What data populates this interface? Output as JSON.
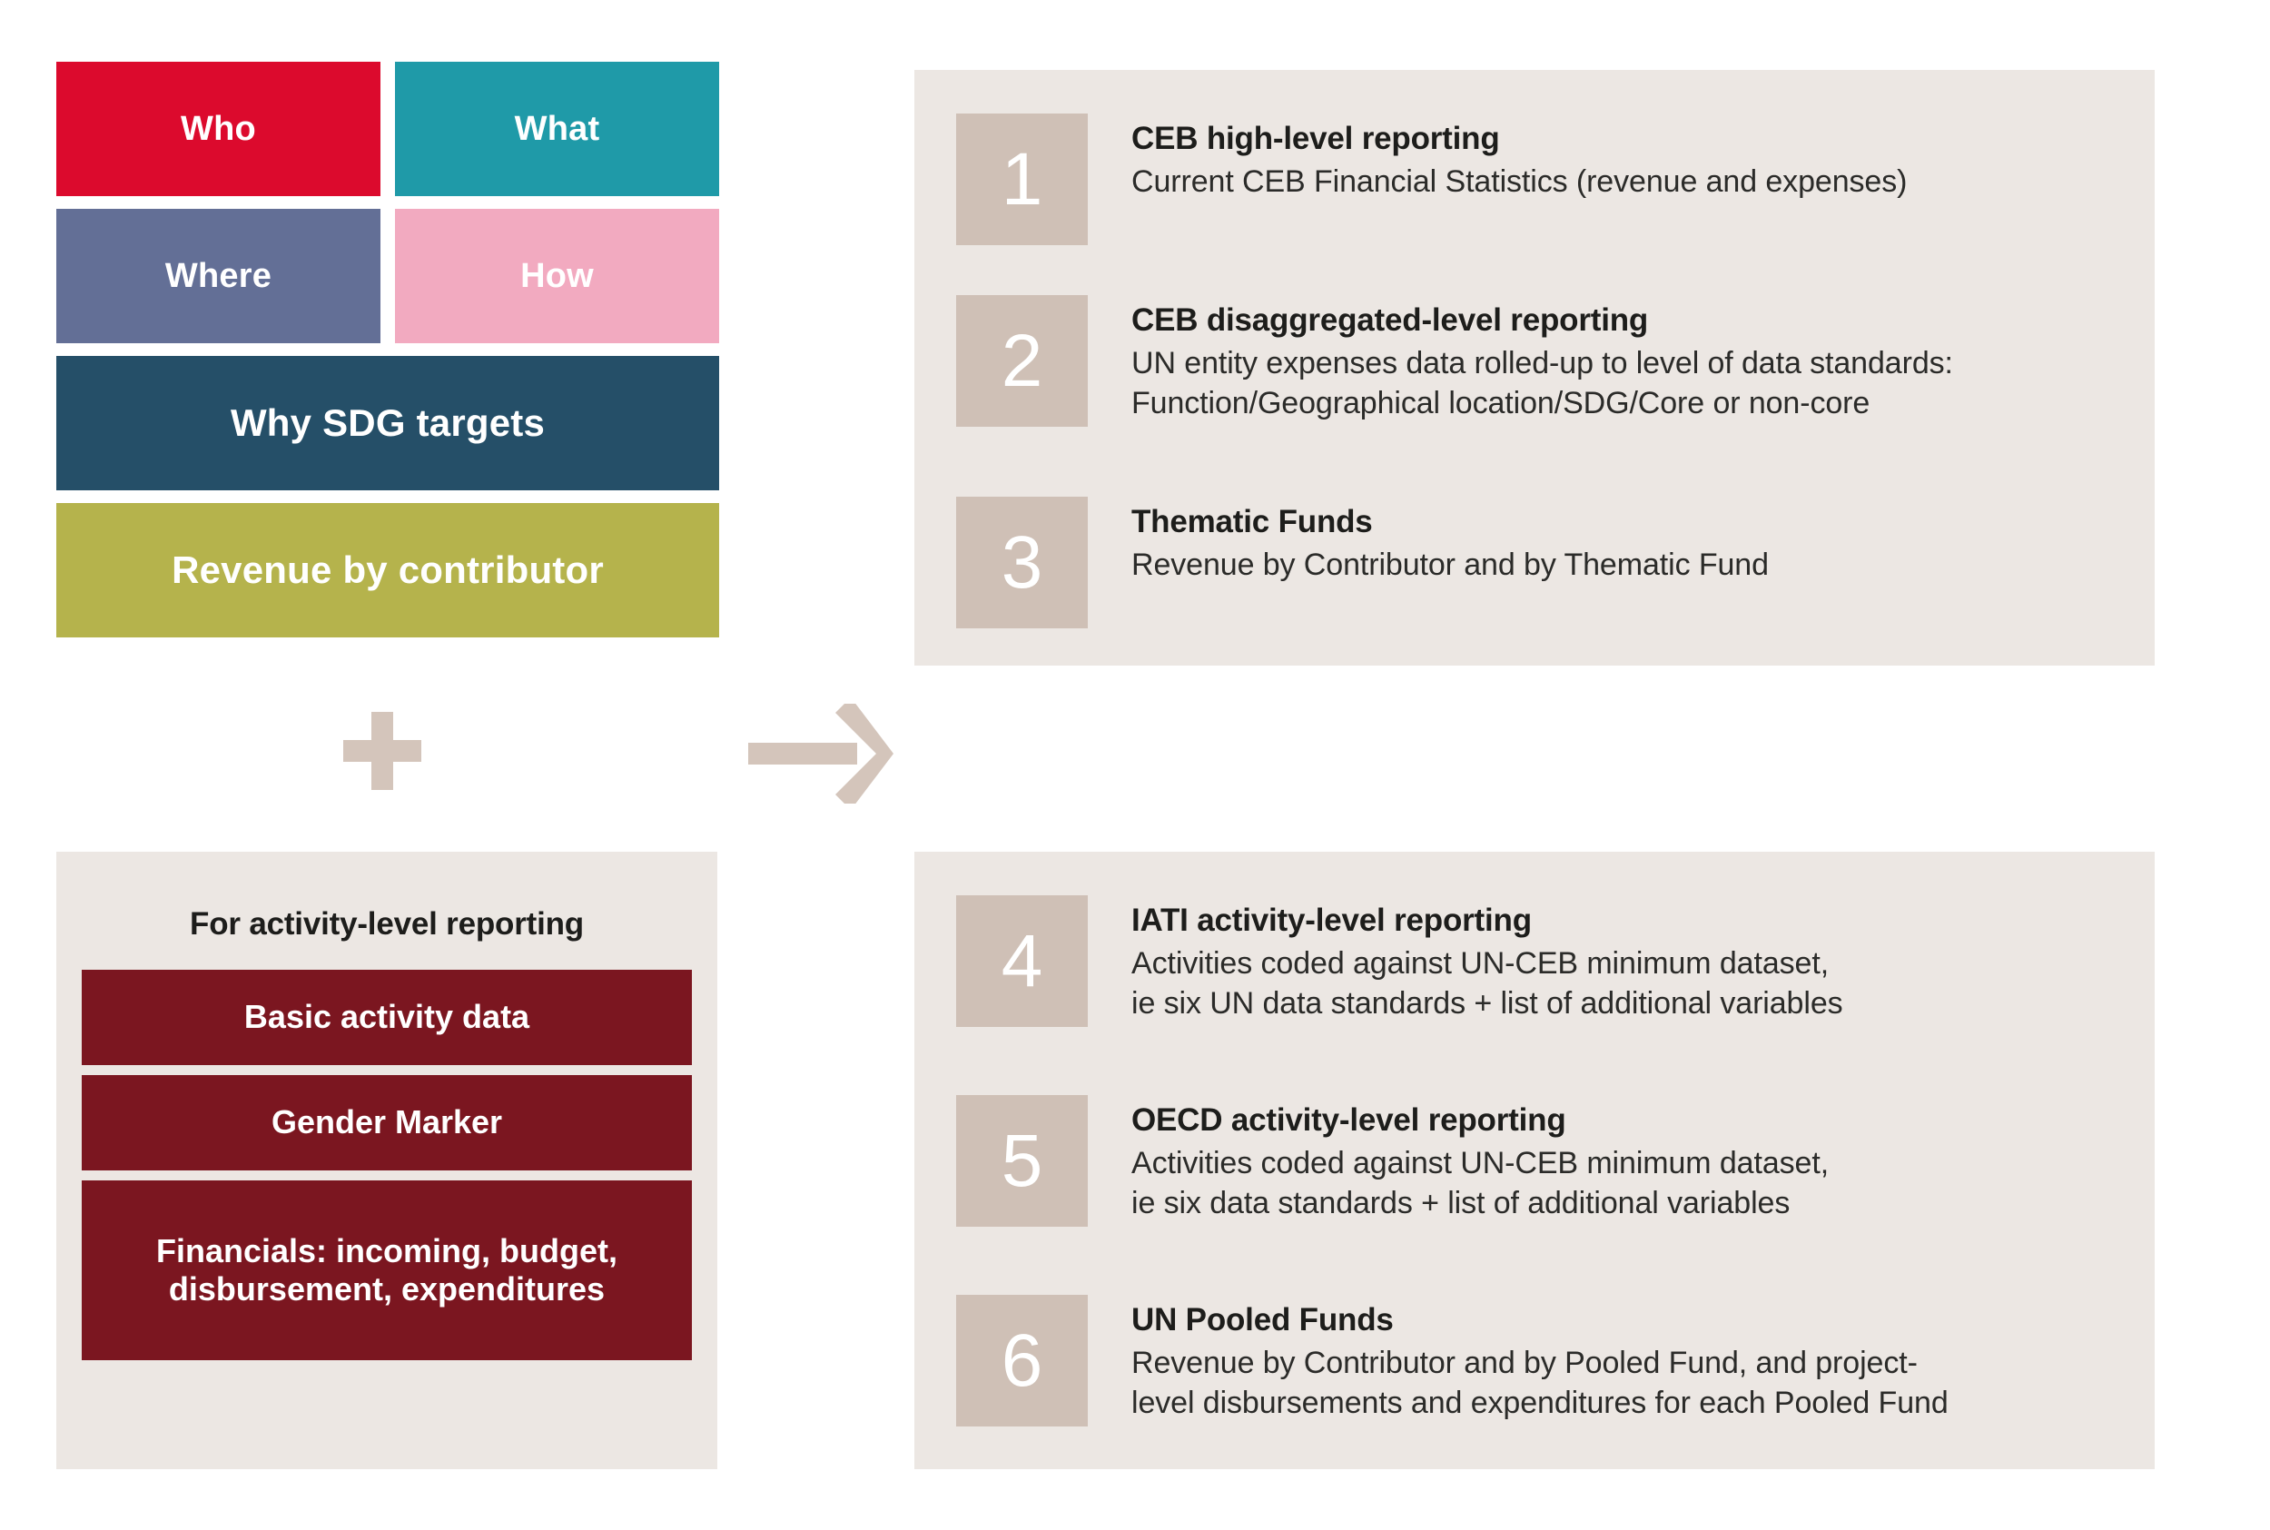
{
  "left": {
    "dimension_boxes": [
      {
        "label": "Who",
        "color": "#dc0a2d",
        "span": "half"
      },
      {
        "label": "What",
        "color": "#1f9aa8",
        "span": "half"
      },
      {
        "label": "Where",
        "color": "#636f96",
        "span": "half"
      },
      {
        "label": "How",
        "color": "#f2aac0",
        "span": "half"
      },
      {
        "label": "Why SDG targets",
        "color": "#254f68",
        "span": "full"
      },
      {
        "label": "Revenue by contributor",
        "color": "#b5b34c",
        "span": "full"
      }
    ],
    "plus_symbol": "+",
    "activity_panel": {
      "title": "For activity-level reporting",
      "boxes": [
        {
          "label": "Basic activity data"
        },
        {
          "label": "Gender Marker"
        },
        {
          "label": "Financials: incoming, budget, disbursement, expenditures"
        }
      ],
      "box_color": "#7b1620",
      "panel_color": "#ece7e3"
    }
  },
  "arrow": {
    "direction": "right",
    "color": "#d4c5bb"
  },
  "right": {
    "panel_color": "#ece7e3",
    "number_box_color": "#cfc0b6",
    "panel_top": {
      "steps": [
        {
          "number": "1",
          "title": "CEB high-level reporting",
          "desc": "Current CEB Financial Statistics (revenue and expenses)"
        },
        {
          "number": "2",
          "title": "CEB disaggregated-level reporting",
          "desc": "UN entity expenses data rolled-up to level of data standards:\nFunction/Geographical location/SDG/Core or non-core"
        },
        {
          "number": "3",
          "title": "Thematic Funds",
          "desc": "Revenue by Contributor and by Thematic Fund"
        }
      ]
    },
    "panel_bottom": {
      "steps": [
        {
          "number": "4",
          "title": "IATI activity-level reporting",
          "desc": "Activities coded against UN-CEB minimum dataset,\nie six UN data standards + list of additional variables"
        },
        {
          "number": "5",
          "title": "OECD activity-level reporting",
          "desc": "Activities coded against UN-CEB minimum dataset,\nie six data standards + list of additional variables"
        },
        {
          "number": "6",
          "title": "UN Pooled Funds",
          "desc": "Revenue by Contributor and by Pooled Fund, and project-\nlevel disbursements and expenditures for each Pooled Fund"
        }
      ]
    }
  }
}
